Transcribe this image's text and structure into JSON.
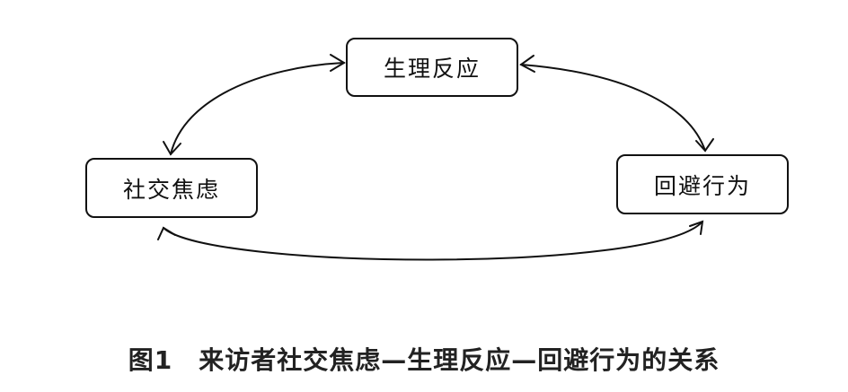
{
  "nodes": {
    "physiological": "生理反应",
    "social_anxiety": "社交焦虑",
    "avoidance": "回避行为"
  },
  "caption": "图1　来访者社交焦虑—生理反应—回避行为的关系",
  "colors": {
    "stroke": "#111111",
    "text": "#222222"
  }
}
